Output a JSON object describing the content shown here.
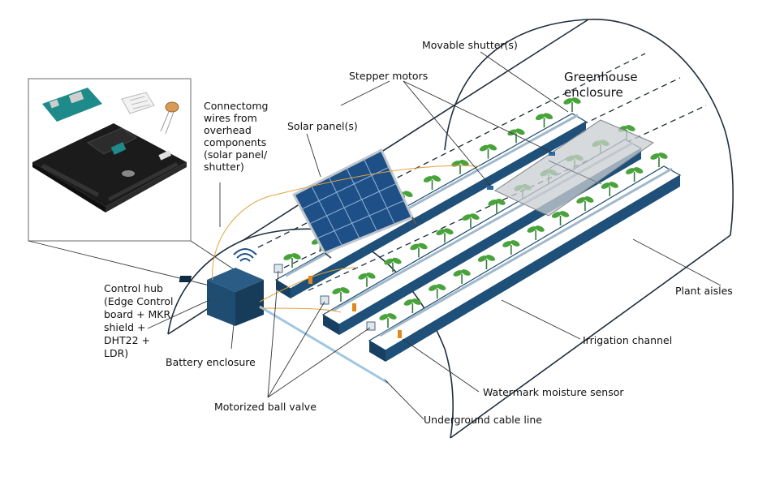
{
  "labels": {
    "movable_shutters": "Movable shutter(s)",
    "stepper_motors": "Stepper motors",
    "greenhouse_line1": "Greenhouse",
    "greenhouse_line2": "enclosure",
    "connecting_wires": [
      "Connectomg",
      "wires from",
      "overhead",
      "components",
      "(solar panel/",
      "shutter)"
    ],
    "solar_panels": "Solar panel(s)",
    "control_hub": [
      "Control hub",
      "(Edge Control",
      "board + MKR",
      "shield +",
      "DHT22 +",
      "LDR)"
    ],
    "battery_enclosure": "Battery enclosure",
    "plant_aisles": "Plant aisles",
    "irrigation_channel": "Irrigation channel",
    "watermark_sensor": "Watermark moisture sensor",
    "motorized_valve": "Motorized ball valve",
    "underground_cable": "Underground cable line"
  },
  "colors": {
    "enclosure_line": "#1f2f3d",
    "aisle_blue": "#1f5079",
    "plant_green": "#49a33b",
    "solar_blue": "#1e4f86",
    "pcb_black": "#1b1b1b",
    "pcb_teal": "#1e8a8a"
  }
}
